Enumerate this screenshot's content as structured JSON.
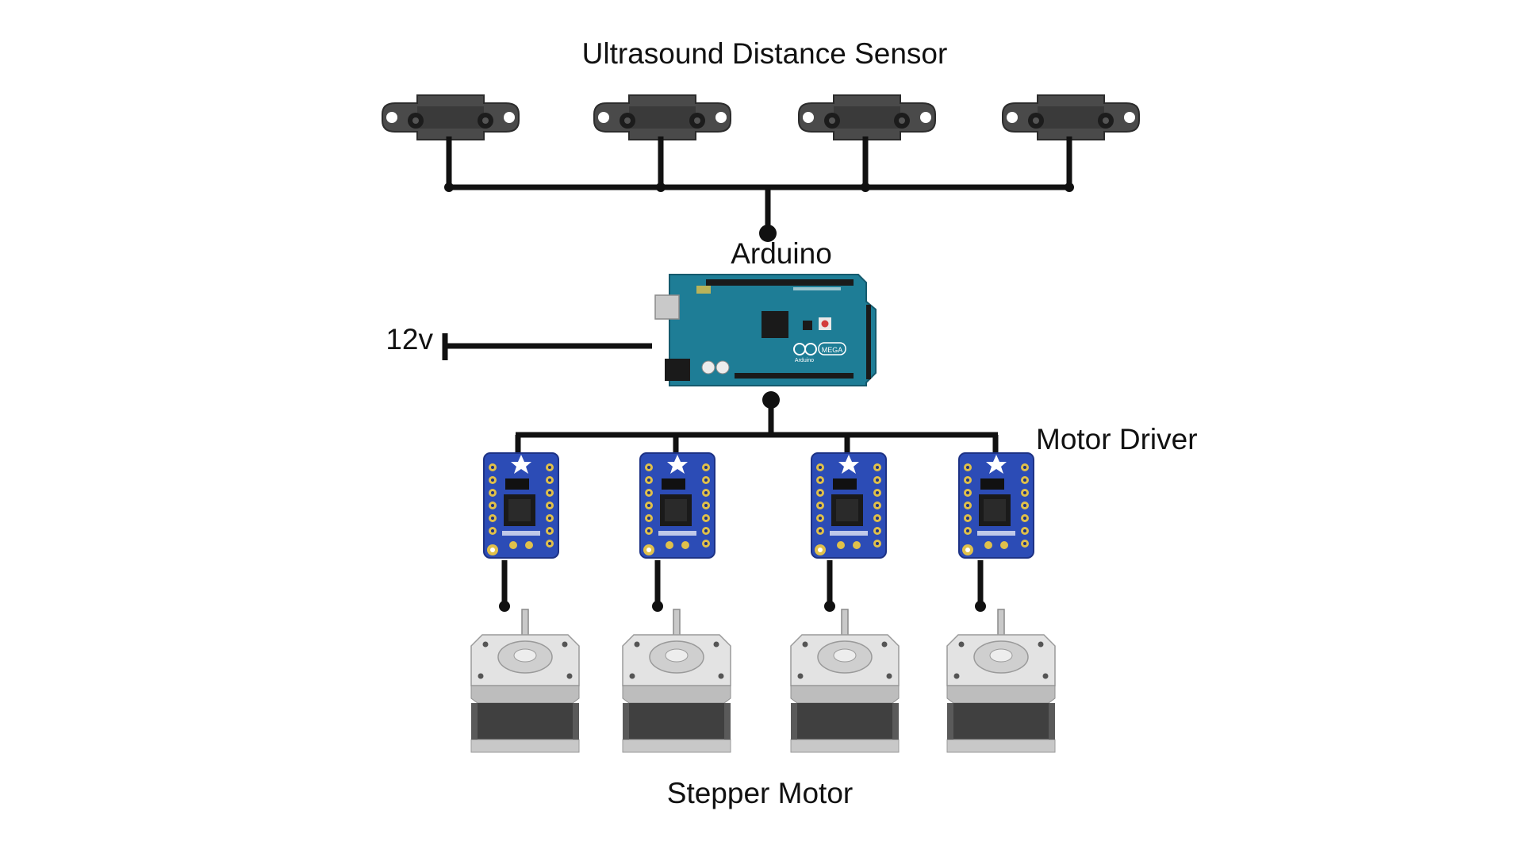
{
  "labels": {
    "sensors": "Ultrasound Distance Sensor",
    "arduino": "Arduino",
    "power": "12v",
    "drivers": "Motor Driver",
    "motors": "Stepper Motor"
  },
  "board": {
    "mark": "MEGA",
    "brand": "Arduino"
  },
  "colors": {
    "wire": "#111111",
    "sensor": "#4a4a4a",
    "board": "#1e7d96",
    "driver": "#2c4cb6",
    "motor_body": "#d8d8d8",
    "motor_dark": "#404040"
  },
  "counts": {
    "sensors": 4,
    "drivers": 4,
    "motors": 4
  }
}
